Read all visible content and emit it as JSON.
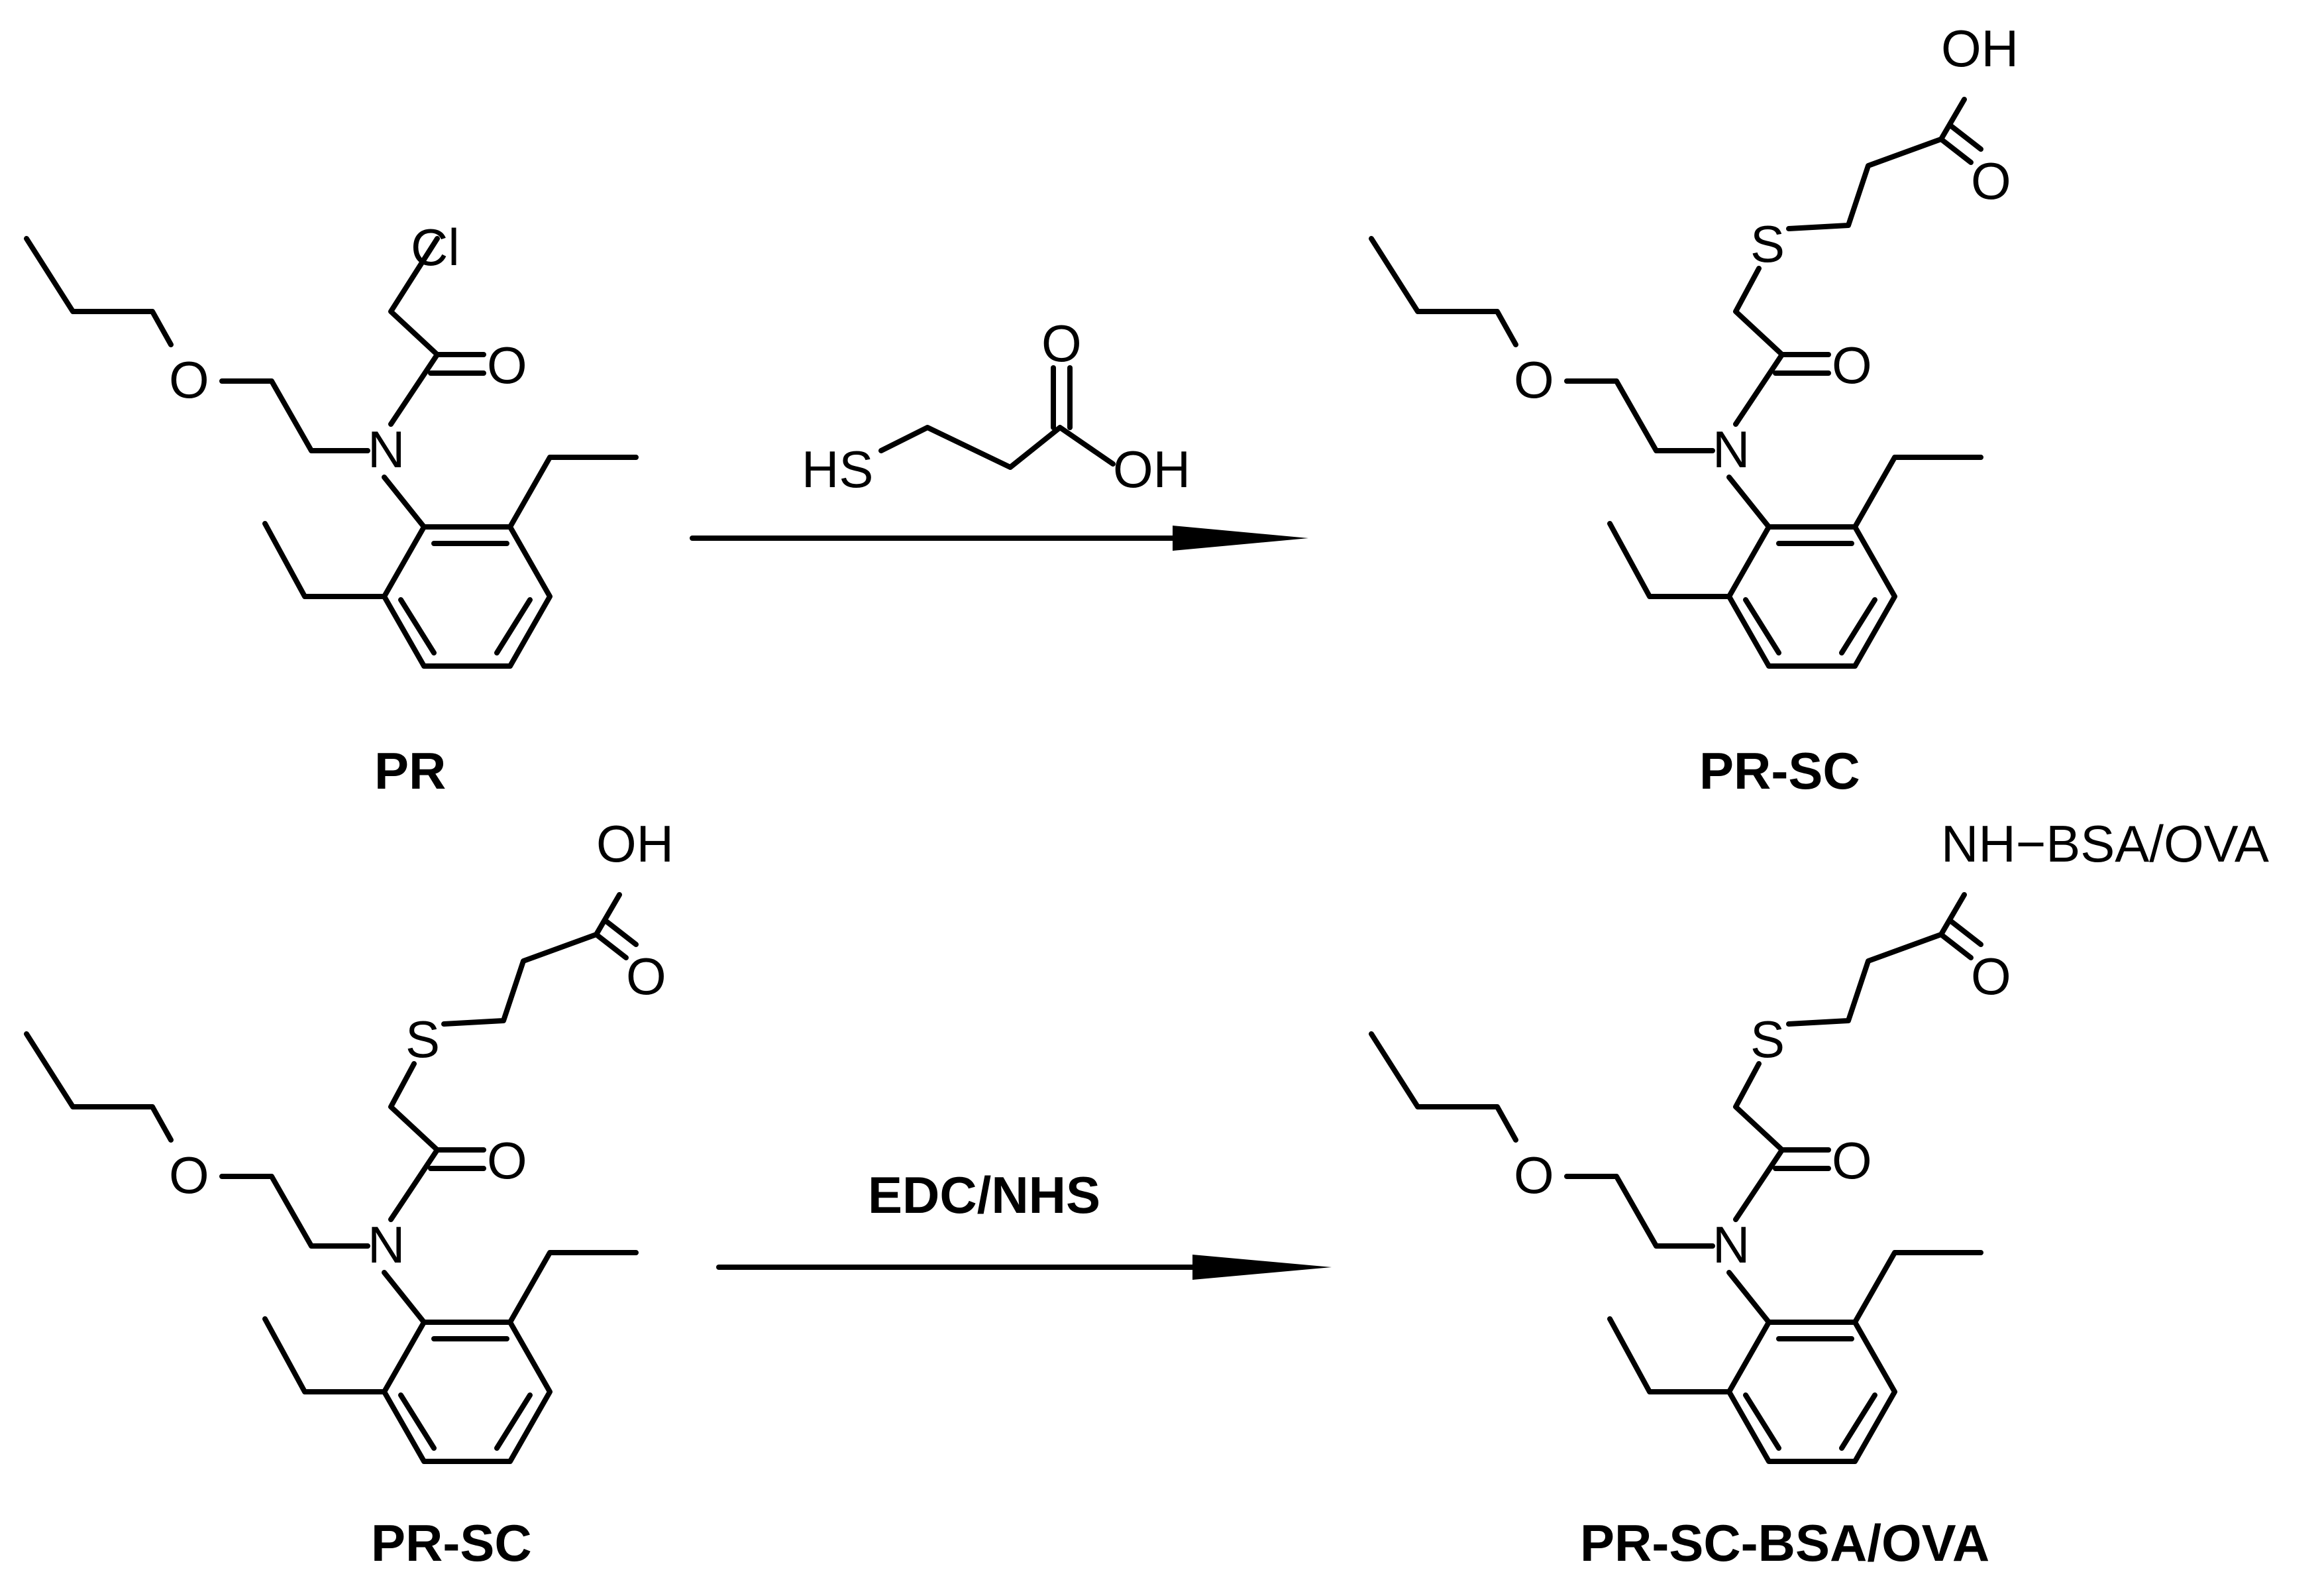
{
  "atoms": {
    "cl": "Cl",
    "o_carbonyl": "O",
    "o_ether": "O",
    "n": "N",
    "s": "S",
    "oh": "OH",
    "hs": "HS",
    "o_acid": "O",
    "nh_bsa": "NH−BSA/OVA"
  },
  "labels": {
    "pr": "PR",
    "pr_sc_top": "PR-SC",
    "pr_sc_bottom": "PR-SC",
    "pr_sc_bsa": "PR-SC-BSA/OVA"
  },
  "reagents": {
    "mpa": "3-mercaptopropionic acid",
    "edc": "EDC/NHS"
  },
  "colors": {
    "ink": "#000000",
    "background": "#ffffff"
  }
}
